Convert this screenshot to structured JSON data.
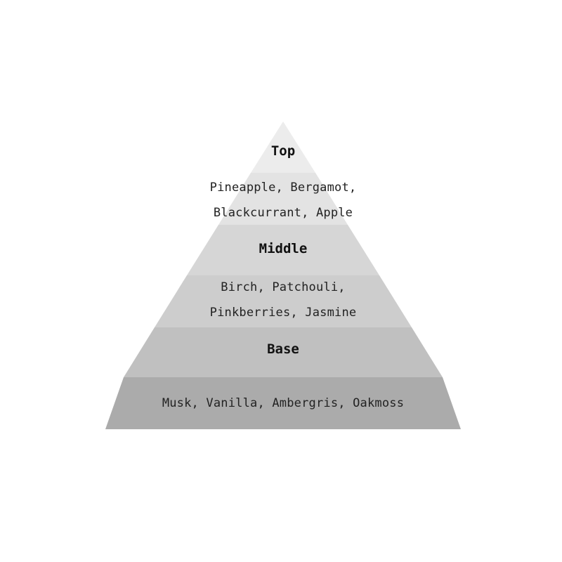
{
  "pyramid": {
    "tiers": [
      {
        "kind": "heading",
        "text": "Top",
        "fill": "#ececec"
      },
      {
        "kind": "notes",
        "lines": [
          "Pineapple, Bergamot,",
          "Blackcurrant, Apple"
        ],
        "fill": "#e3e3e3"
      },
      {
        "kind": "heading",
        "text": "Middle",
        "fill": "#d6d6d6"
      },
      {
        "kind": "notes",
        "lines": [
          "Birch, Patchouli,",
          "Pinkberries, Jasmine"
        ],
        "fill": "#cdcdcd"
      },
      {
        "kind": "heading",
        "text": "Base",
        "fill": "#c0c0c0"
      },
      {
        "kind": "notes",
        "lines": [
          "Musk, Vanilla, Ambergris, Oakmoss"
        ],
        "fill": "#ababab"
      }
    ]
  }
}
